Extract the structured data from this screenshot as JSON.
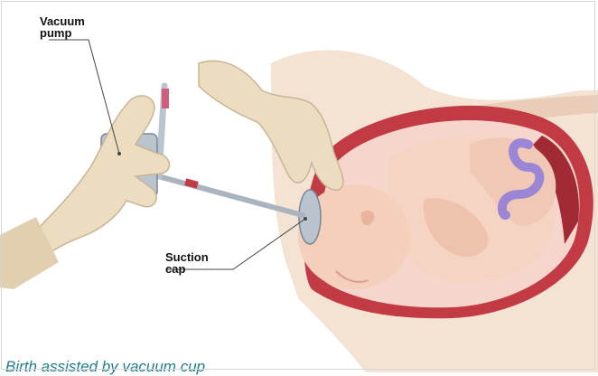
{
  "labels": {
    "vacuum_pump": [
      "Vacuum",
      "pump"
    ],
    "suction_cap": [
      "Suction",
      "cap"
    ]
  },
  "caption": "Birth assisted by vacuum cup",
  "colors": {
    "caption": "#1d7c8d",
    "glove": "#ecdcc0",
    "skin": "#f5d4c3",
    "uterus_wall": "#c23a44",
    "umbilical_cord": "#9b86d6",
    "instrument": "#b9c4cf"
  }
}
